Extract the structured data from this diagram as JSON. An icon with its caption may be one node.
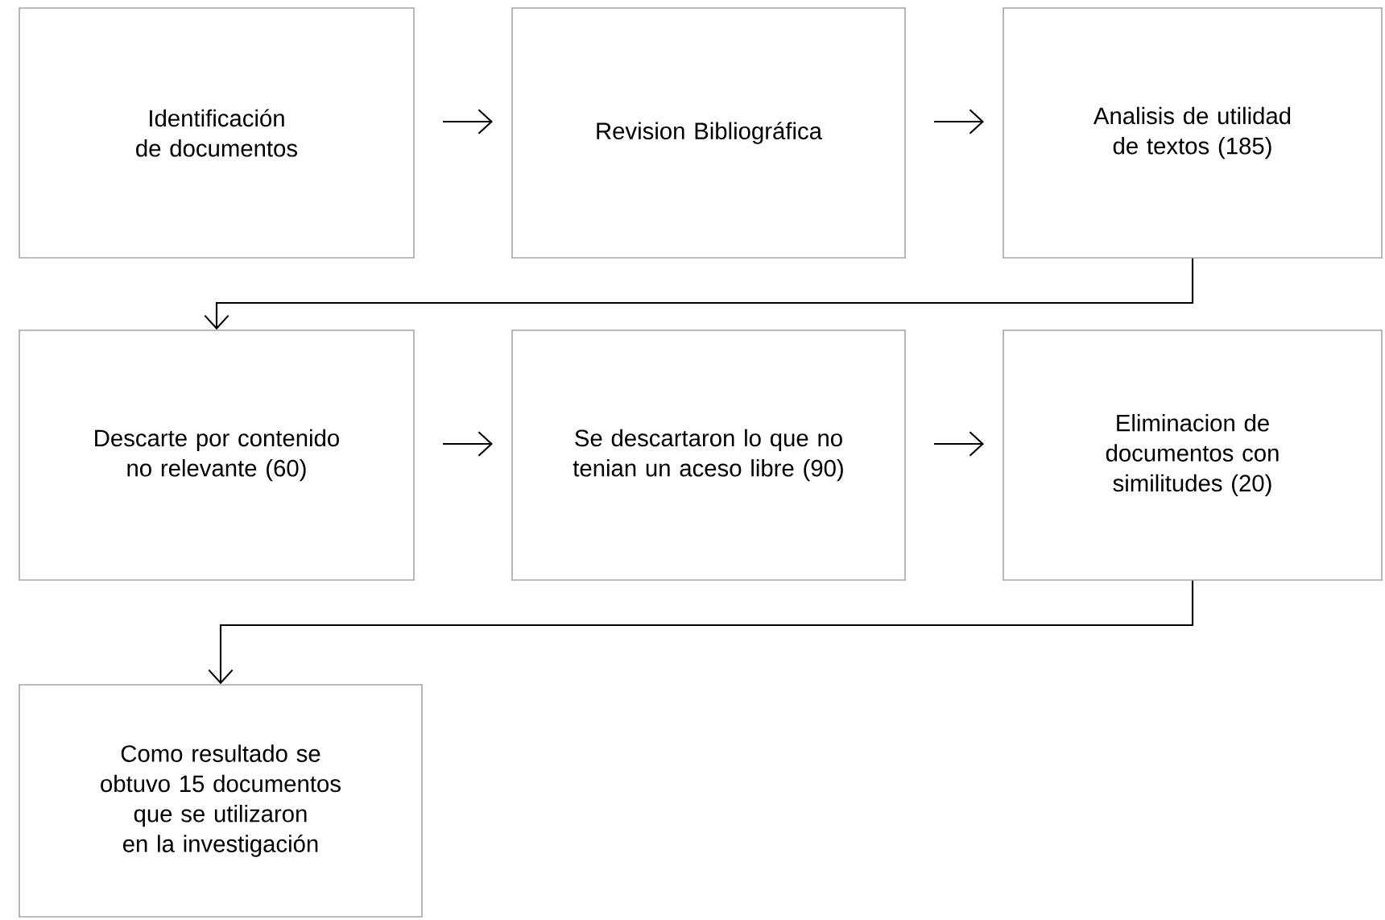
{
  "diagram": {
    "nodes": [
      {
        "text": [
          "Identificación de documentos"
        ]
      },
      {
        "text": [
          "Revision Bibliográfica"
        ]
      },
      {
        "text": [
          "Analisis de utilidad de textos (185)"
        ]
      },
      {
        "text": [
          "Descarte por contenido no relevante (60)"
        ]
      },
      {
        "text": [
          "Se descartaron lo que no tenian un aceso libre (90)"
        ]
      },
      {
        "text": [
          "Eliminacion de documentos con similitudes (20)"
        ]
      },
      {
        "text": [
          "Como resultado se obtuvo 15 documentos que se utilizaron en la investigación"
        ]
      }
    ],
    "edges": [
      {
        "from": 0,
        "to": 1,
        "arrow": "to"
      },
      {
        "from": 1,
        "to": 2,
        "arrow": "to"
      },
      {
        "from": 2,
        "to": 3,
        "arrow": "to"
      },
      {
        "from": 3,
        "to": 4,
        "arrow": "to"
      },
      {
        "from": 4,
        "to": 5,
        "arrow": "to"
      },
      {
        "from": 5,
        "to": 6,
        "arrow": "to"
      }
    ]
  }
}
